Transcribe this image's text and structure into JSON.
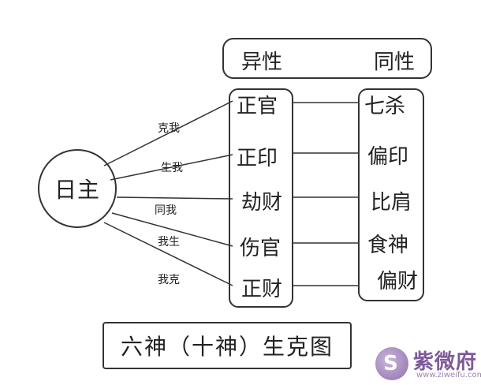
{
  "header": {
    "left": "异性",
    "right": "同性"
  },
  "center": {
    "label": "日主"
  },
  "left_gods": [
    "正官",
    "正印",
    "劫财",
    "伤官",
    "正财"
  ],
  "right_gods": [
    "七杀",
    "偏印",
    "比肩",
    "食神",
    "偏财"
  ],
  "relations": [
    "克我",
    "生我",
    "同我",
    "我生",
    "我克"
  ],
  "title": "六神（十神）生克图",
  "watermark": {
    "name": "紫微府",
    "url": "www.ziweifu.com",
    "logo_letter": "S"
  },
  "colors": {
    "line": "#333333",
    "watermark": "#7d5a9a"
  }
}
